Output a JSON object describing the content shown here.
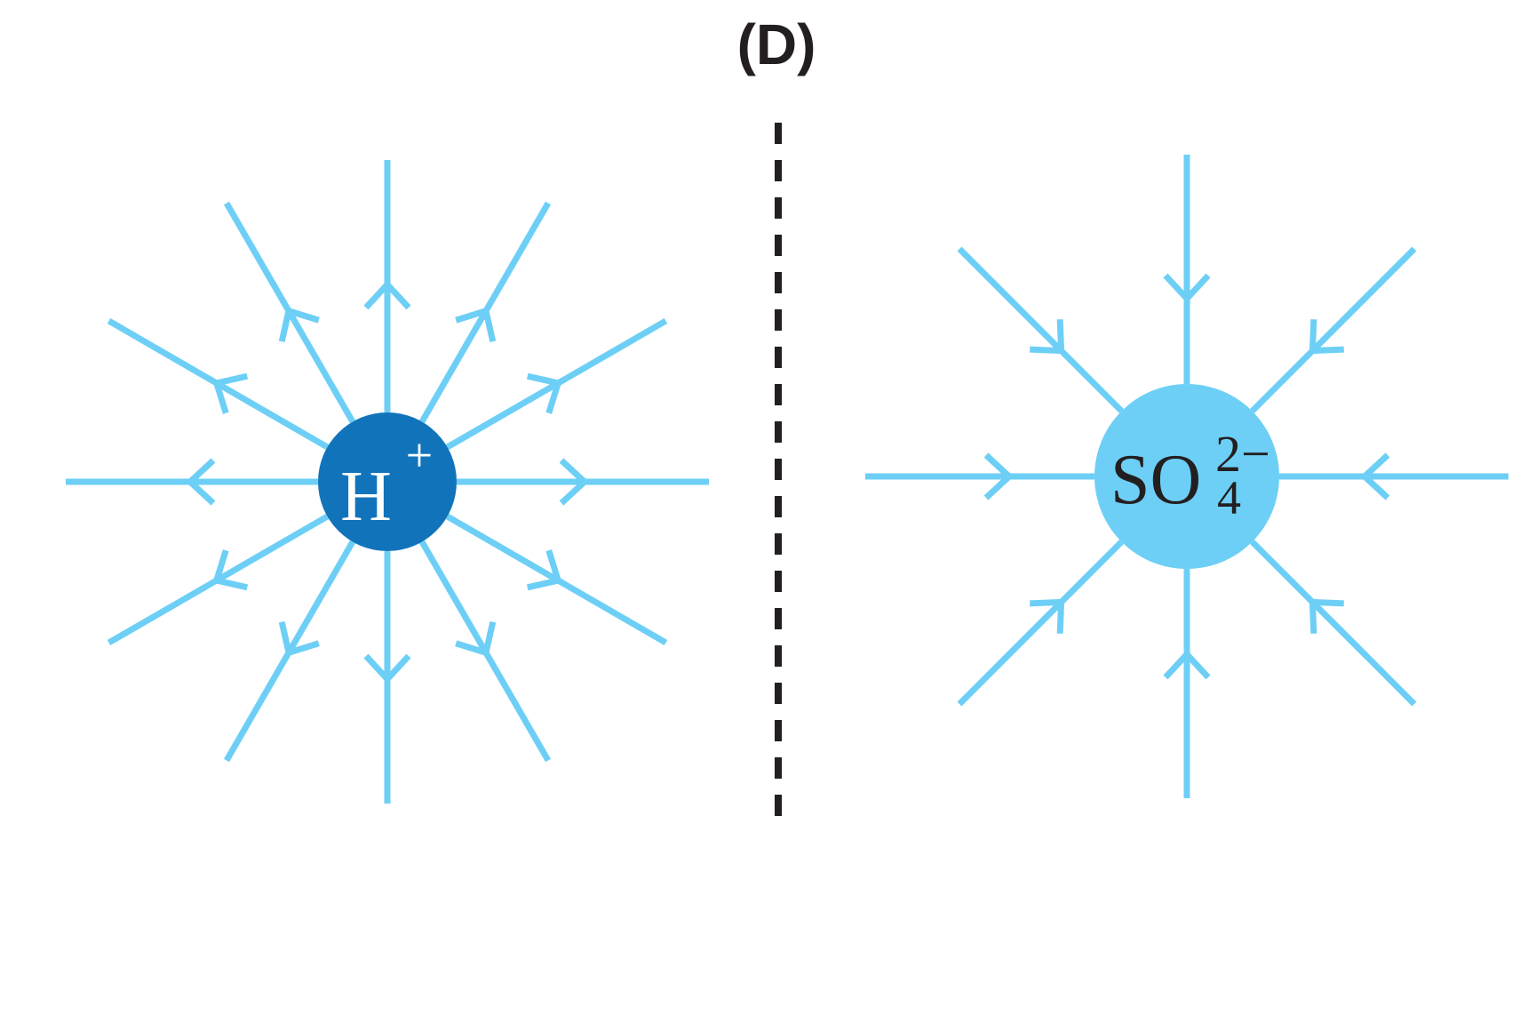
{
  "title": "(D)",
  "colors": {
    "field_line": "#6dcff6",
    "cation_fill": "#1174bb",
    "anion_fill": "#6dcff6",
    "cation_text": "#ffffff",
    "anion_text": "#231f20",
    "divider": "#231f20",
    "title_text": "#231f20"
  },
  "cation": {
    "symbol": "H",
    "charge": "+",
    "field_direction": "outward"
  },
  "anion": {
    "symbol": "SO",
    "subscript": "4",
    "charge": "2−",
    "field_direction": "inward"
  }
}
